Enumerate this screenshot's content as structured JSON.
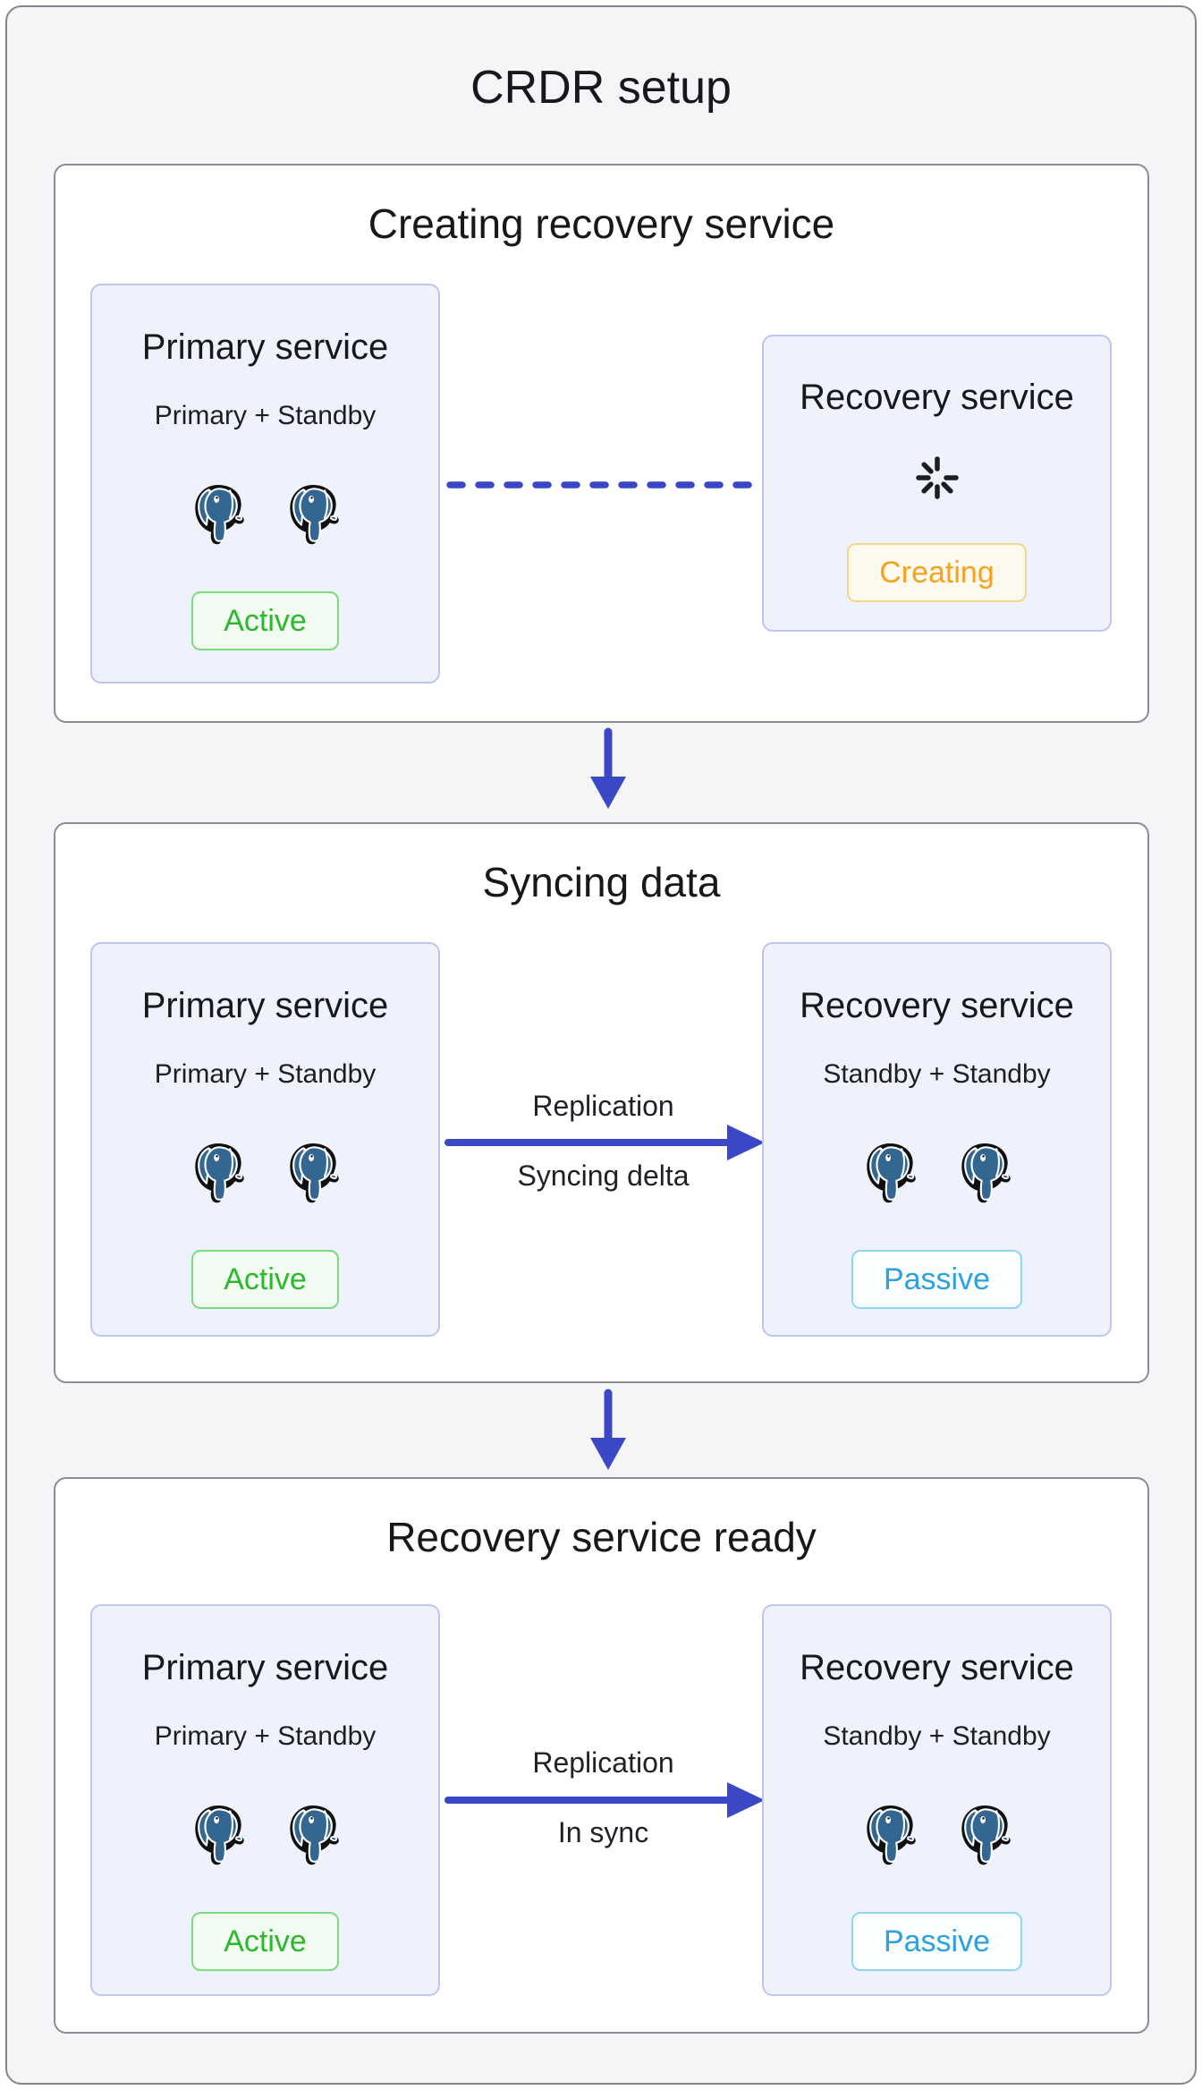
{
  "page": {
    "title": "CRDR setup"
  },
  "colors": {
    "accent_blue": "#3b48c6",
    "canvas_bg": "#f5f5f7",
    "stage_bg": "#ffffff",
    "stage_border": "#8c8c94",
    "card_bg": "#eef2fc",
    "card_border": "#bcc6ee",
    "status_active_green": "#2db72d",
    "status_creating_orange": "#f6a21d",
    "status_passive_blue": "#2da0dd",
    "postgres_blue": "#336791"
  },
  "icons": {
    "database": "postgresql-elephant-icon",
    "loading": "spinner-icon",
    "flow": "down-arrow-icon"
  },
  "stages": [
    {
      "title": "Creating recovery service",
      "primary": {
        "title": "Primary service",
        "subtitle": "Primary + Standby",
        "status_label": "Active"
      },
      "recovery": {
        "title": "Recovery service",
        "status_label": "Creating"
      },
      "connector": {
        "type": "dashed-line"
      }
    },
    {
      "title": "Syncing data",
      "primary": {
        "title": "Primary service",
        "subtitle": "Primary + Standby",
        "status_label": "Active"
      },
      "recovery": {
        "title": "Recovery service",
        "subtitle": "Standby + Standby",
        "status_label": "Passive"
      },
      "connector": {
        "type": "arrow",
        "label_top": "Replication",
        "label_bottom": "Syncing delta"
      }
    },
    {
      "title": "Recovery service ready",
      "primary": {
        "title": "Primary service",
        "subtitle": "Primary + Standby",
        "status_label": "Active"
      },
      "recovery": {
        "title": "Recovery service",
        "subtitle": "Standby + Standby",
        "status_label": "Passive"
      },
      "connector": {
        "type": "arrow",
        "label_top": "Replication",
        "label_bottom": "In sync"
      }
    }
  ]
}
